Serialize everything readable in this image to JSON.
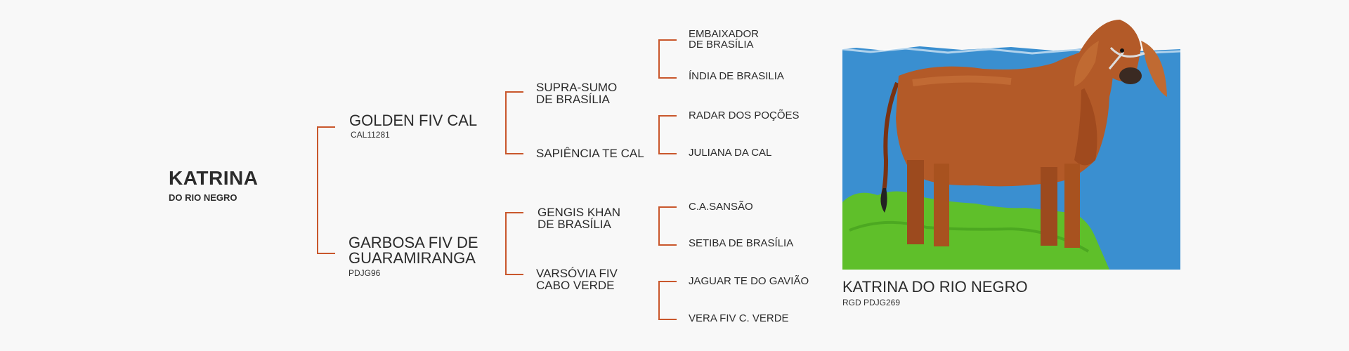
{
  "animal": {
    "name": "KATRINA",
    "subtitle": "DO RIO NEGRO"
  },
  "parents": {
    "sire": {
      "name": "GOLDEN FIV CAL",
      "reg": "CAL11281"
    },
    "dam": {
      "name_line1": "GARBOSA FIV DE",
      "name_line2": "GUARAMIRANGA",
      "reg": "PDJG96"
    }
  },
  "grandparents": {
    "sire_sire": {
      "line1": "SUPRA-SUMO",
      "line2": "DE BRASÍLIA"
    },
    "sire_dam": {
      "line1": "SAPIÊNCIA TE CAL"
    },
    "dam_sire": {
      "line1": "GENGIS KHAN",
      "line2": "DE BRASÍLIA"
    },
    "dam_dam": {
      "line1": "VARSÓVIA FIV",
      "line2": "CABO VERDE"
    }
  },
  "great_grandparents": {
    "g1": {
      "line1": "EMBAIXADOR",
      "line2": "DE BRASÍLIA"
    },
    "g2": {
      "line1": "ÍNDIA DE BRASILIA"
    },
    "g3": {
      "line1": "RADAR DOS POÇÕES"
    },
    "g4": {
      "line1": "JULIANA DA CAL"
    },
    "g5": {
      "line1": "C.A.SANSÃO"
    },
    "g6": {
      "line1": "SETIBA DE BRASÍLIA"
    },
    "g7": {
      "line1": "JAGUAR TE DO GAVIÃO"
    },
    "g8": {
      "line1": "VERA FIV C. VERDE"
    }
  },
  "photo_caption": {
    "name": "KATRINA DO RIO NEGRO",
    "reg": "RGD PDJG269"
  },
  "colors": {
    "bracket": "#c9572c",
    "photo_bg": "#3a8fd0",
    "grass": "#5fbf2a",
    "cow": "#b35a28"
  }
}
